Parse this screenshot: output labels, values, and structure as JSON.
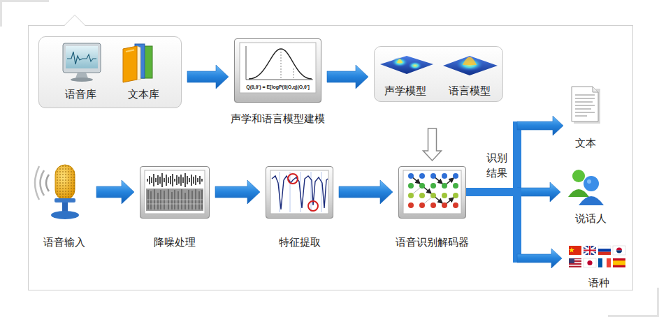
{
  "diagram": {
    "nodes": [
      {
        "text": [
          "语音库",
          "文本库"
        ]
      },
      {
        "text": [
          "Q(θ,θ') = E[logP(θ|O,q)|O,θ']",
          "声学和语言模型建模"
        ]
      },
      {
        "text": [
          "声学模型",
          "语言模型"
        ]
      },
      {
        "text": [
          "语音输入"
        ]
      },
      {
        "text": [
          "降噪处理"
        ]
      },
      {
        "text": [
          "特征提取"
        ]
      },
      {
        "text": [
          "语音识别解码器"
        ]
      },
      {
        "text": [
          "文本"
        ]
      },
      {
        "text": [
          "说话人"
        ]
      },
      {
        "text": [
          "语种"
        ]
      }
    ],
    "edges": [
      {
        "from": 0,
        "to": 1,
        "arrow": "to"
      },
      {
        "from": 1,
        "to": 2,
        "arrow": "to"
      },
      {
        "from": 2,
        "to": 6,
        "arrow": "to"
      },
      {
        "from": 3,
        "to": 4,
        "arrow": "to"
      },
      {
        "from": 4,
        "to": 5,
        "arrow": "to"
      },
      {
        "from": 5,
        "to": 6,
        "arrow": "to"
      },
      {
        "from": 6,
        "to": 7,
        "arrow": "to"
      },
      {
        "from": 6,
        "to": 8,
        "label": "识别 结果",
        "arrow": "to"
      },
      {
        "from": 6,
        "to": 9,
        "arrow": "to"
      }
    ]
  }
}
